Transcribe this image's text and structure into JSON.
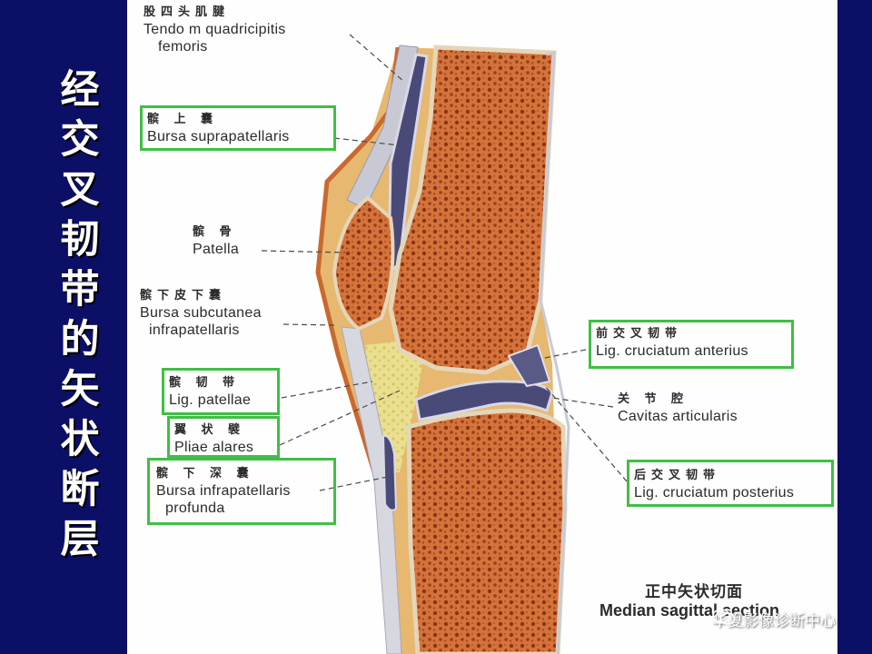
{
  "slide_title_chars": [
    "经",
    "交",
    "叉",
    "韧",
    "带",
    "的",
    "矢",
    "状",
    "断",
    "层"
  ],
  "labels": {
    "quadriceps_tendon": {
      "zh": "股四头肌腱",
      "la1": "Tendo m quadricipitis",
      "la2": "femoris"
    },
    "suprapatellar_bursa": {
      "zh": "髌 上 囊",
      "la1": "Bursa suprapatellaris"
    },
    "patella": {
      "zh": "髌 骨",
      "la1": "Patella"
    },
    "subcutaneous_prepatellar_bursa": {
      "zh": "髌下皮下囊",
      "la1": "Bursa subcutanea",
      "la2": "infrapatellaris"
    },
    "patellar_ligament": {
      "zh": "髌 韧 带",
      "la1": "Lig. patellae"
    },
    "alar_folds": {
      "zh": "翼 状 襞",
      "la1": "Pliae alares"
    },
    "deep_infrapatellar_bursa": {
      "zh": "髌 下 深 囊",
      "la1": "Bursa infrapatellaris",
      "la2": "profunda"
    },
    "acl": {
      "zh": "前交叉韧带",
      "la1": "Lig. cruciatum anterius"
    },
    "joint_cavity": {
      "zh": "关 节 腔",
      "la1": "Cavitas articularis"
    },
    "pcl": {
      "zh": "后交叉韧带",
      "la1": "Lig. cruciatum posterius"
    }
  },
  "caption": {
    "zh": "正中矢状切面",
    "la": "Median sagittal section"
  },
  "watermark": "华夏影像诊断中心",
  "colors": {
    "background": "#0b0f66",
    "highlight_box": "#3fbf44",
    "bone": "#c8642c",
    "cavity": "#4a4a78"
  }
}
